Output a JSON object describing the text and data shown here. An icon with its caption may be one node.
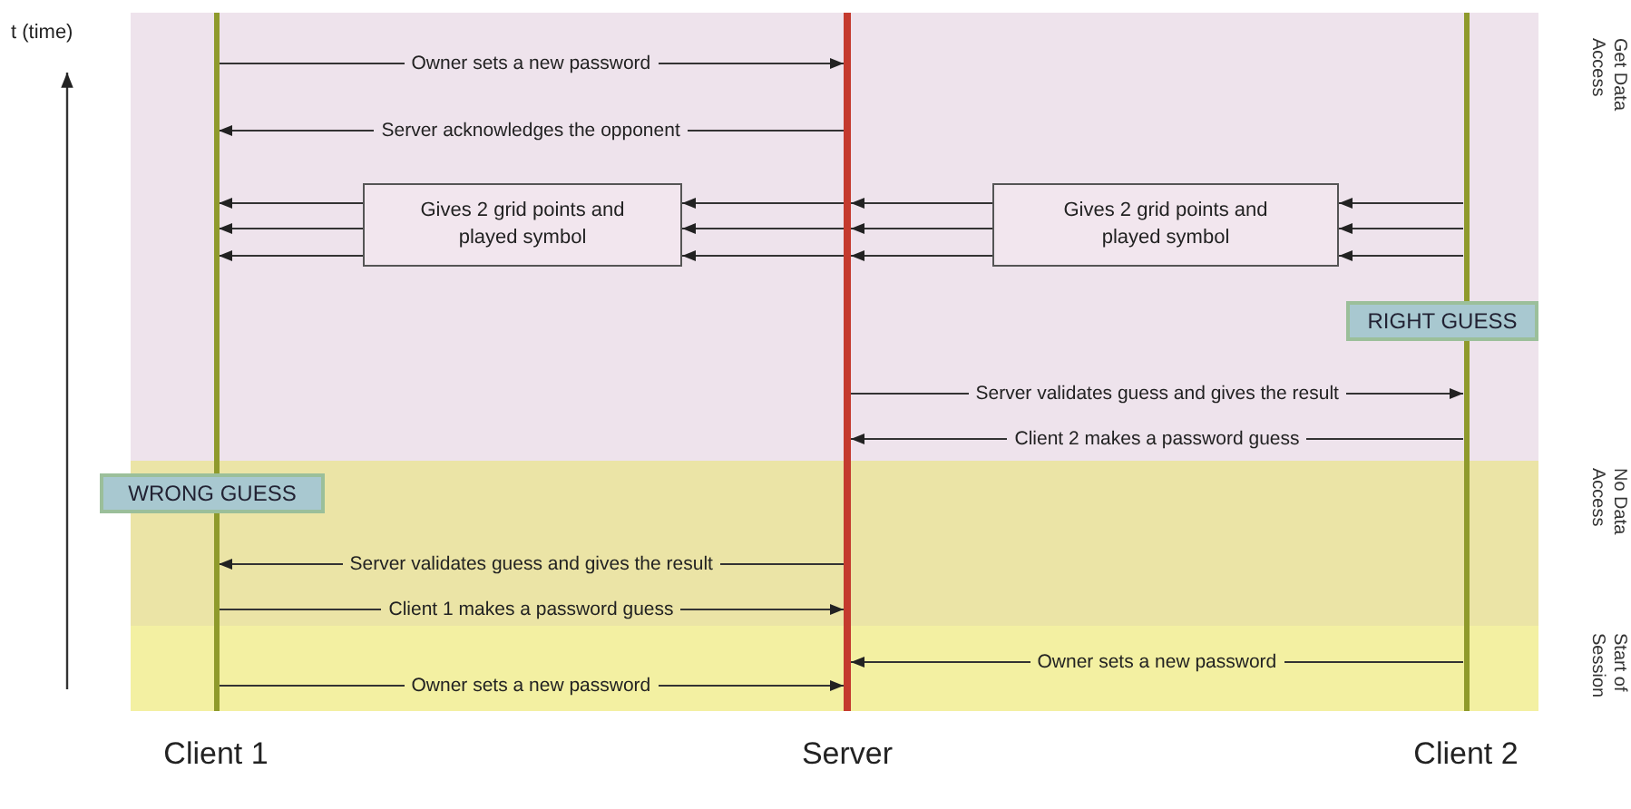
{
  "diagram": {
    "nodes": [
      {
        "text": [
          "Client 1"
        ]
      },
      {
        "text": [
          "Server"
        ]
      },
      {
        "text": [
          "Client 2"
        ]
      },
      {
        "text": [
          "Gives 2 grid points and played symbol"
        ]
      },
      {
        "text": [
          "Gives 2 grid points and played symbol"
        ]
      },
      {
        "text": [
          "WRONG GUESS"
        ]
      },
      {
        "text": [
          "RIGHT GUESS"
        ]
      }
    ],
    "edges": [
      {
        "from": 0,
        "to": 1,
        "arrow": "to",
        "label": "Owner sets a new password"
      },
      {
        "from": 1,
        "to": 0,
        "arrow": "to",
        "label": "Server acknowledges the opponent"
      },
      {
        "from": 1,
        "to": 3,
        "arrow": "to"
      },
      {
        "from": 3,
        "to": 0,
        "arrow": "to"
      },
      {
        "from": 1,
        "to": 3,
        "arrow": "to"
      },
      {
        "from": 3,
        "to": 0,
        "arrow": "to"
      },
      {
        "from": 1,
        "to": 3,
        "arrow": "to"
      },
      {
        "from": 3,
        "to": 0,
        "arrow": "to"
      },
      {
        "from": 2,
        "to": 4,
        "arrow": "to"
      },
      {
        "from": 4,
        "to": 1,
        "arrow": "to"
      },
      {
        "from": 2,
        "to": 4,
        "arrow": "to"
      },
      {
        "from": 4,
        "to": 1,
        "arrow": "to"
      },
      {
        "from": 2,
        "to": 4,
        "arrow": "to"
      },
      {
        "from": 4,
        "to": 1,
        "arrow": "to"
      },
      {
        "from": 1,
        "to": 2,
        "arrow": "to",
        "label": "Server validates guess and gives the result"
      },
      {
        "from": 2,
        "to": 1,
        "arrow": "to",
        "label": "Client 2 makes a password guess"
      },
      {
        "from": 1,
        "to": 0,
        "arrow": "to",
        "label": "Server validates guess and gives the result"
      },
      {
        "from": 0,
        "to": 1,
        "arrow": "to",
        "label": "Client 1 makes a password guess"
      },
      {
        "from": 2,
        "to": 1,
        "arrow": "to",
        "label": "Owner sets a new password"
      },
      {
        "from": 0,
        "to": 1,
        "arrow": "to",
        "label": "Owner sets a new password"
      }
    ],
    "labels": [
      "t (time)",
      "Get Data Access",
      "No Data Access",
      "Start of Session"
    ]
  }
}
